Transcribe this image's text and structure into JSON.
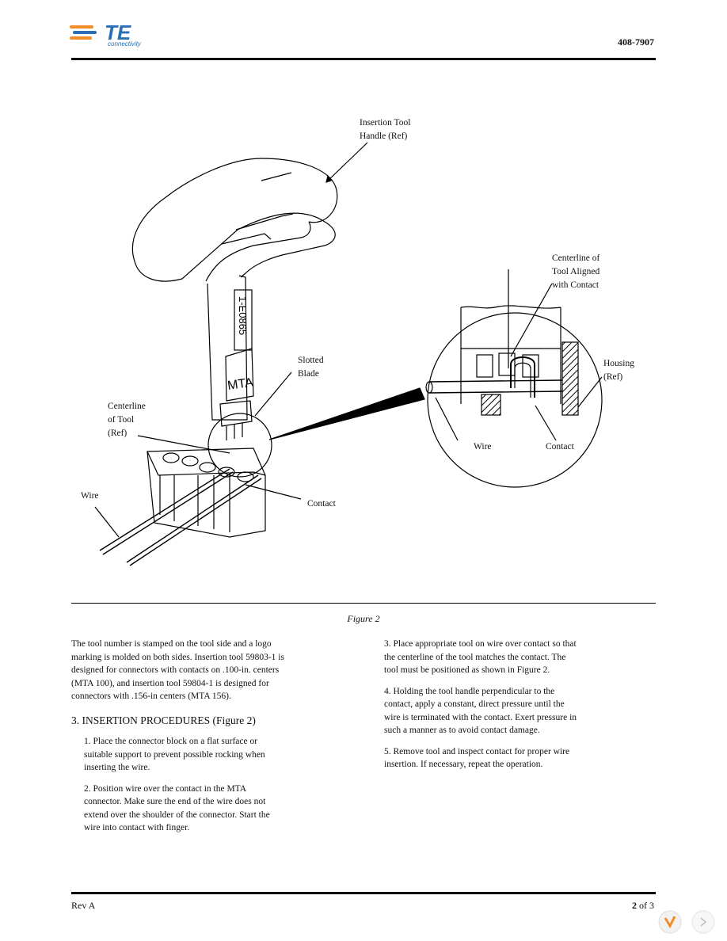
{
  "header": {
    "brand": "TE",
    "brand_sub": "connectivity",
    "doc_number": "408-7907"
  },
  "figure": {
    "callouts": {
      "handle": [
        "Insertion Tool",
        "Handle (Ref)"
      ],
      "centerline_aligned": [
        "Centerline of",
        "Tool Aligned",
        "with Contact"
      ],
      "slotted_blade": [
        "Slotted",
        "Blade"
      ],
      "housing": [
        "Housing",
        "(Ref)"
      ],
      "centerline_ref": [
        "Centerline",
        "of Tool",
        "(Ref)"
      ],
      "wire_left": "Wire",
      "contact_left": "Contact",
      "wire_detail": "Wire",
      "contact_detail": "Contact"
    },
    "stamp_text": "1-E0865",
    "blade_text": "MTA",
    "caption": "Figure 2"
  },
  "body": {
    "intro": "The tool number is stamped on the tool side and a logo marking is molded on both sides. Insertion tool 59803-1 is designed for connectors with contacts on .100-in. centers (MTA 100), and insertion tool 59804-1 is designed for connectors with .156-in centers (MTA 156).",
    "section_number": "3.",
    "section_title": "INSERTION PROCEDURES",
    "section_ref": "(Figure 2)",
    "steps": [
      "1. Place the connector block on a flat surface or suitable support to prevent possible rocking when inserting the wire.",
      "2. Position wire over the contact in the MTA connector. Make sure the end of the wire does not extend over the shoulder of the connector. Start the wire into contact with finger.",
      "3. Place appropriate tool on wire over contact so that the centerline of the tool matches the contact. The tool must be positioned as shown in Figure 2.",
      "4. Holding the tool handle perpendicular to the contact, apply a constant, direct pressure until the wire is terminated with the contact. Exert pressure in such a manner as to avoid contact damage.",
      "5. Remove tool and inspect contact for proper wire insertion. If necessary, repeat the operation."
    ]
  },
  "footer": {
    "revision": "Rev A",
    "page_current": "2",
    "page_of": "of 3"
  }
}
